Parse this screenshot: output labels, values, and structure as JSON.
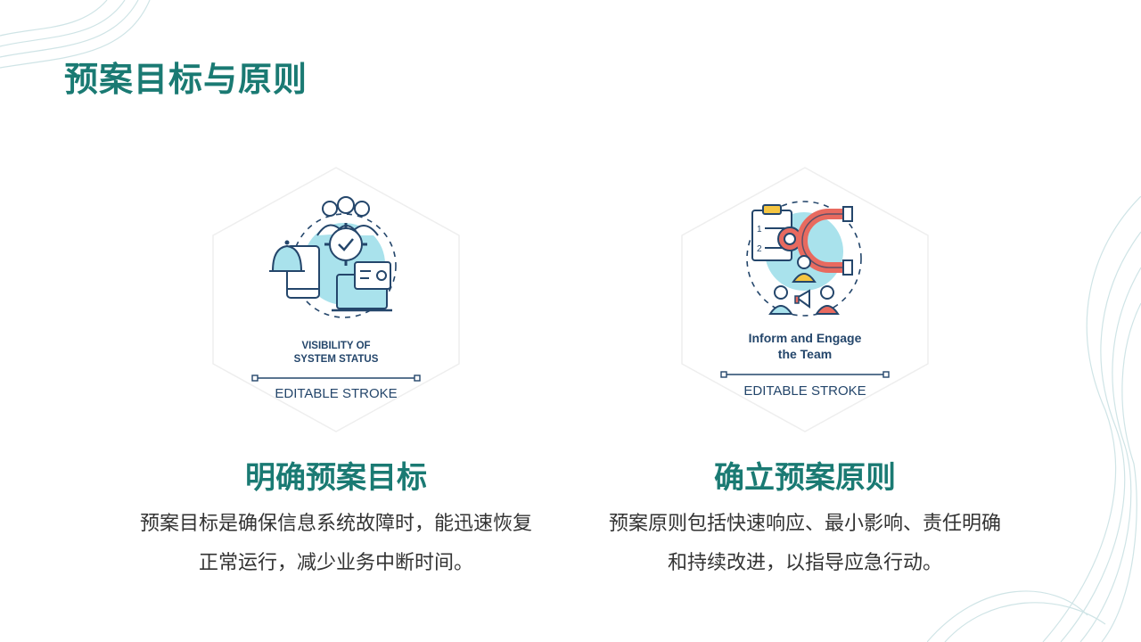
{
  "page": {
    "title": "预案目标与原则"
  },
  "cards": [
    {
      "heading": "明确预案目标",
      "description": "预案目标是确保信息系统故障时，能迅速恢复正常运行，减少业务中断时间。",
      "icon_name": "visibility-of-system-status-icon",
      "icon_caption_lines": [
        "VISIBILITY OF",
        "SYSTEM STATUS"
      ],
      "icon_footer": "EDITABLE STROKE"
    },
    {
      "heading": "确立预案原则",
      "description": "预案原则包括快速响应、最小影响、责任明确和持续改进，以指导应急行动。",
      "icon_name": "inform-and-engage-the-team-icon",
      "icon_caption_lines": [
        "Inform and Engage",
        "the Team"
      ],
      "icon_footer": "EDITABLE STROKE"
    }
  ],
  "colors": {
    "accent": "#1a7a73",
    "icon_navy": "#24466b",
    "icon_cyan": "#a9e2ec",
    "icon_red": "#e86a5f",
    "icon_yellow": "#f4c542",
    "decor_line": "#b7d9dc"
  }
}
